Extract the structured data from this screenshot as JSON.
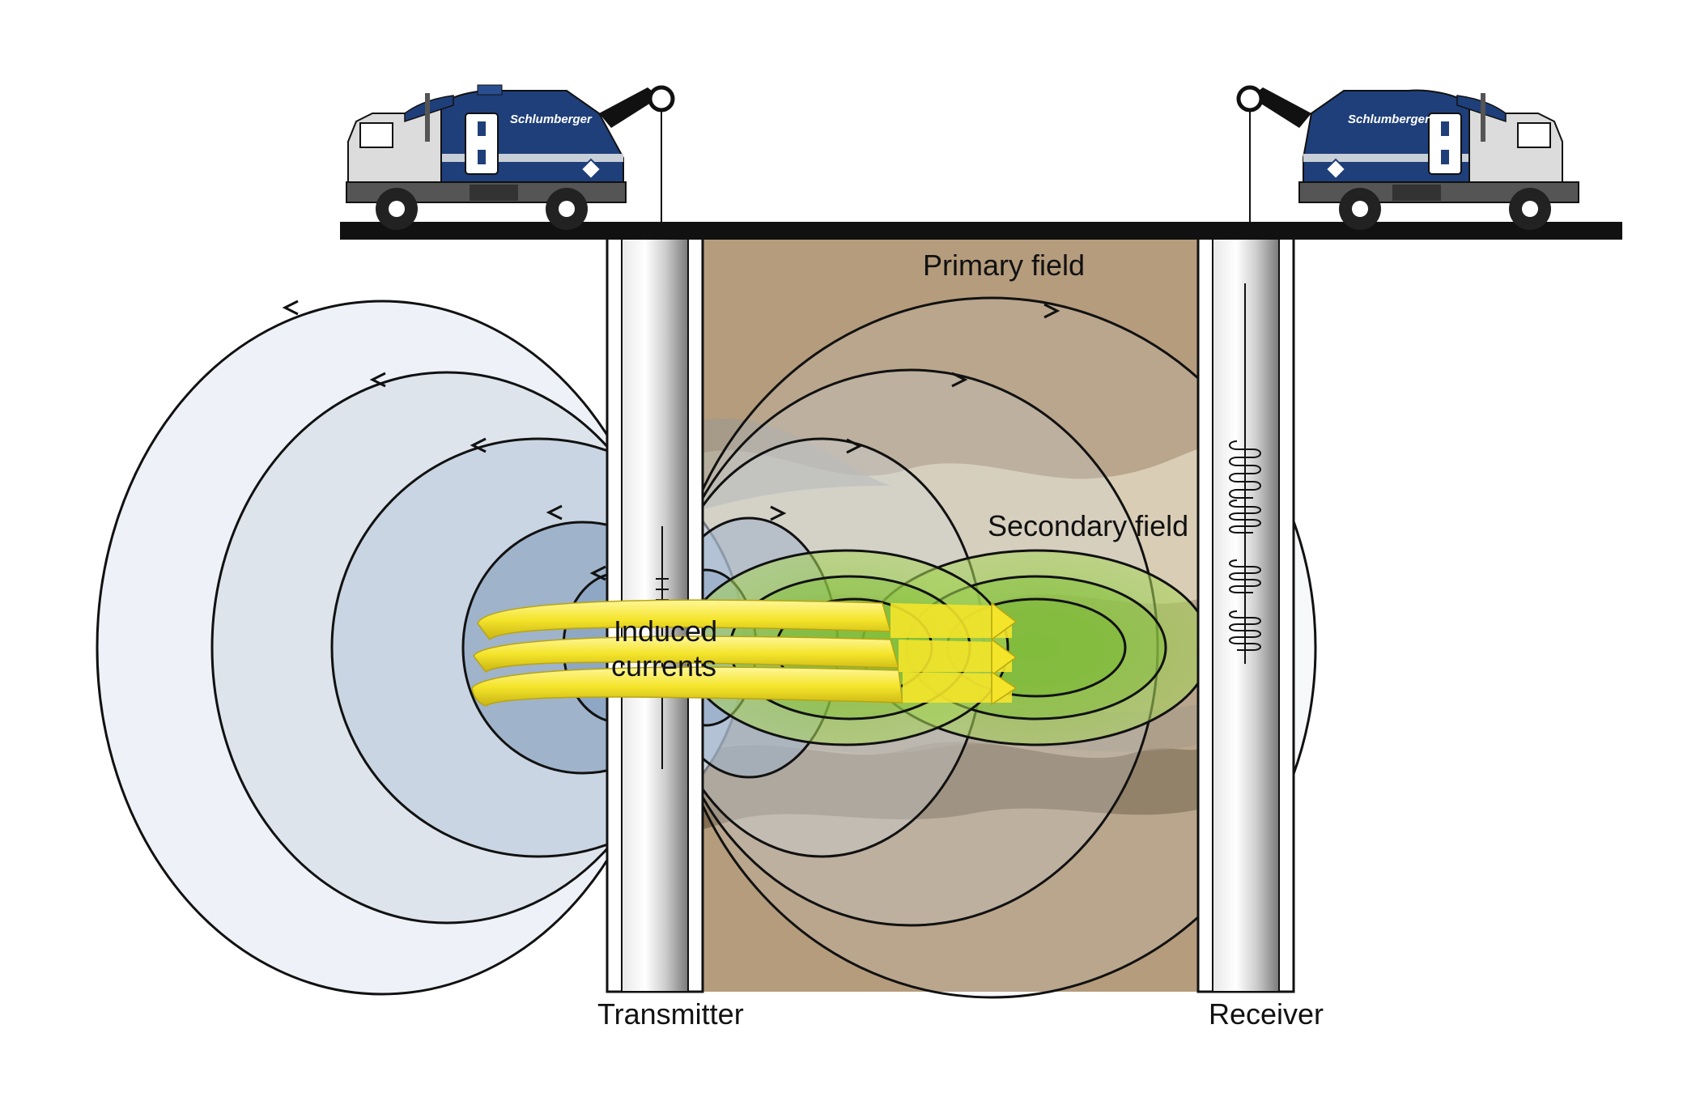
{
  "labels": {
    "primary_field": "Primary field",
    "secondary_field": "Secondary field",
    "induced_currents_line1": "Induced",
    "induced_currents_line2": "currents",
    "transmitter": "Transmitter",
    "receiver": "Receiver"
  },
  "trucks": {
    "left_logo": "Schlumberger",
    "right_logo": "Schlumberger"
  },
  "colors": {
    "formation": "#b59c7c",
    "truck_body": "#1f3f7a",
    "field_tint": "#c9d7e6",
    "secondary_field": "#8fc63f",
    "induced_currents": "#f2e32a",
    "casing": "#d9d9d9"
  },
  "icons": [
    "truck-icon",
    "coil-icon",
    "arrow-icon"
  ]
}
